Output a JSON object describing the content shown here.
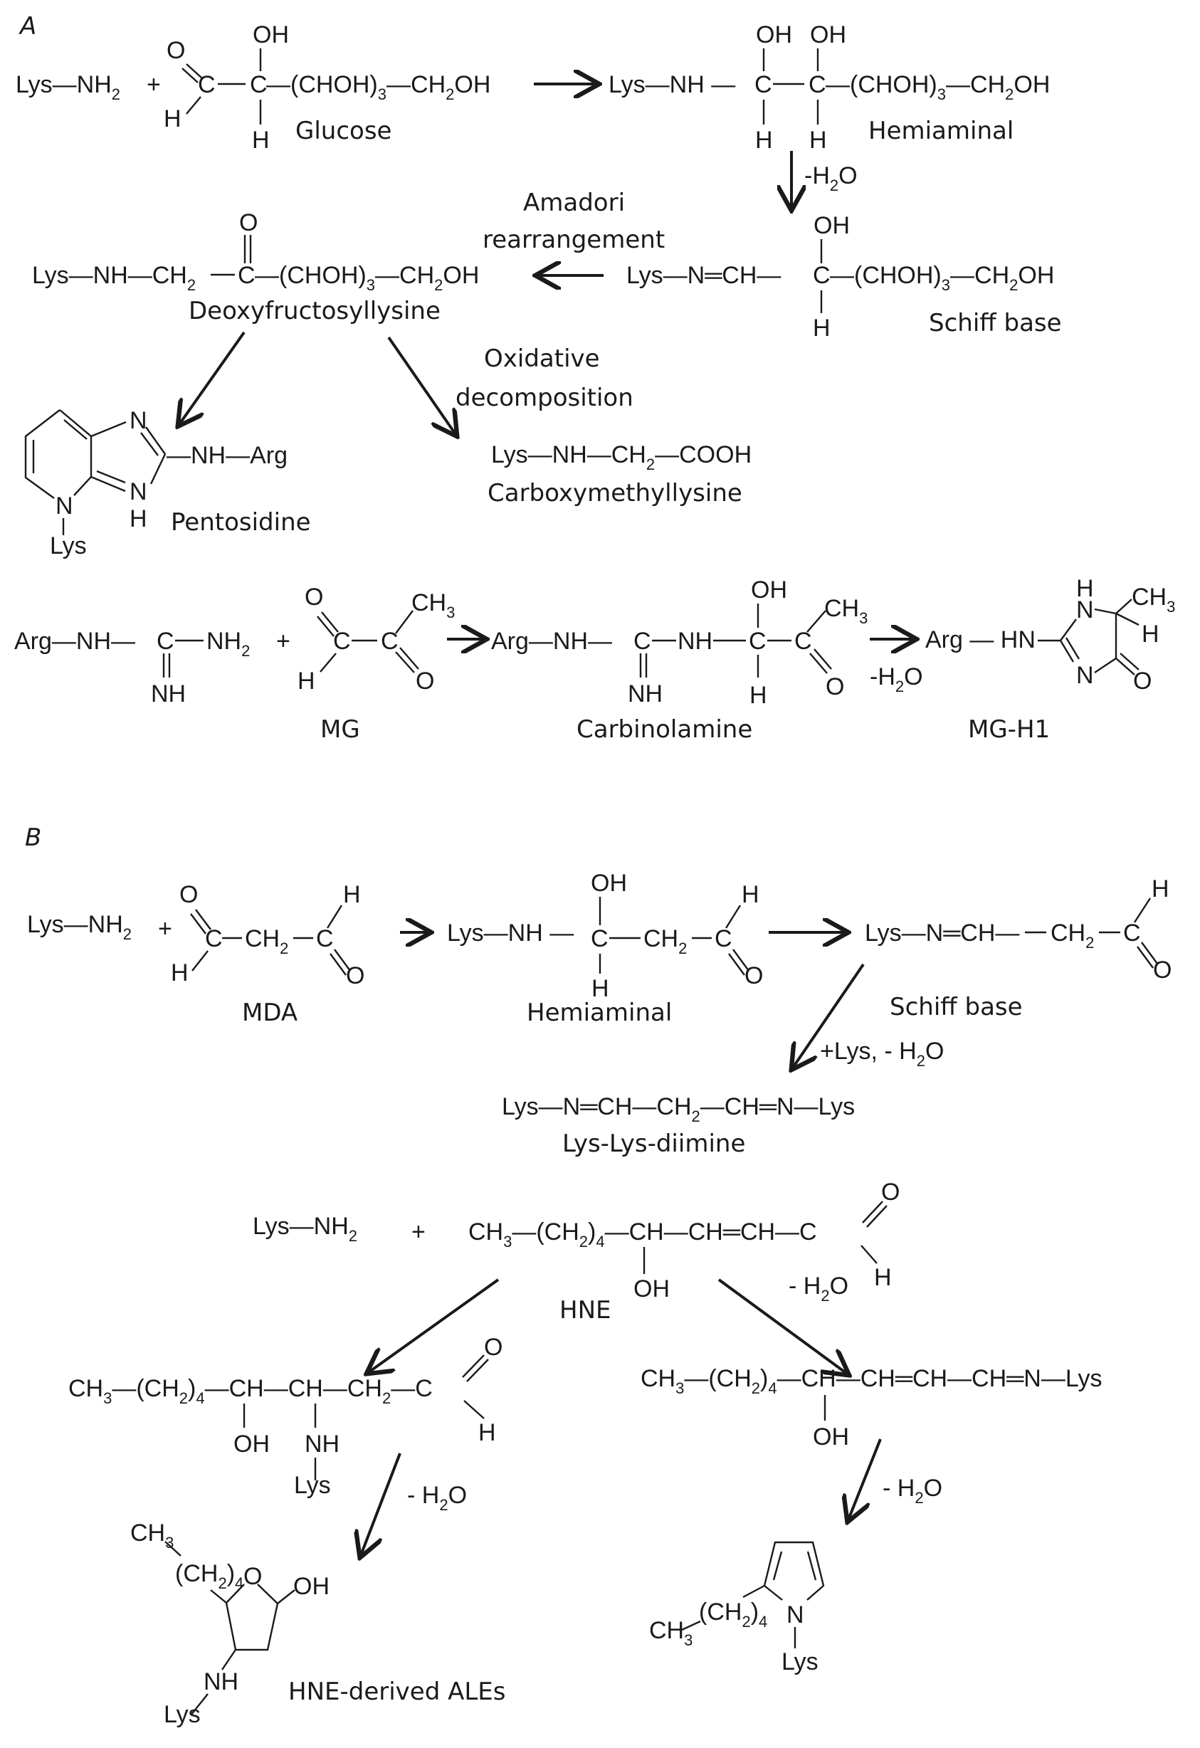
{
  "panels": {
    "a": "A",
    "b": "B"
  },
  "panel_a": {
    "glycation": {
      "reactant_lys": "Lys—NH",
      "plus": "+",
      "glucose_chain": "—(CHOH)",
      "glucose_tail": "—CH",
      "oh_tail": "OH",
      "label_glucose": "Glucose",
      "hemiaminal_head": "Lys—NH —",
      "label_hemiaminal": "Hemiaminal",
      "dehydration": "-H",
      "dehydration_o": "O",
      "schiff_head": "Lys—N═CH—",
      "label_schiff": "Schiff base",
      "amadori_1": "Amadori",
      "amadori_2": "rearrangement",
      "dfl_head": "Lys—NH—CH",
      "label_dfl": "Deoxyfructosyllysine",
      "oxidative_1": "Oxidative",
      "oxidative_2": "decomposition",
      "pentosidine_side": "—NH—Arg",
      "label_pentosidine": "Pentosidine",
      "cml_head": "Lys—NH—CH",
      "cml_tail": "—COOH",
      "label_cml": "Carboxymethyllysine"
    },
    "mg": {
      "arg_head": "Arg—NH—",
      "label_mg": "MG",
      "label_carbinolamine": "Carbinolamine",
      "label_mgh1": "MG-H1",
      "mgh1_head": "Arg — HN"
    }
  },
  "panel_b": {
    "mda": {
      "label_mda": "MDA",
      "label_hemiaminal": "Hemiaminal",
      "label_schiff": "Schiff base",
      "condition": "+Lys, - H",
      "diimine": "Lys—N═CH—CH",
      "diimine_tail": "—CH═N—Lys",
      "label_diimine": "Lys-Lys-diimine"
    },
    "hne": {
      "label_hne": "HNE",
      "minus_water": "- H",
      "label_ales": "HNE-derived ALEs"
    }
  },
  "atoms": {
    "O": "O",
    "H": "H",
    "C": "C",
    "OH": "OH",
    "N": "N",
    "NH": "NH",
    "NH2": "NH",
    "Lys": "Lys",
    "CH3": "CH",
    "CH2": "CH",
    "CH": "CH",
    "two": "2",
    "three": "3",
    "four": "4",
    "arg": "Arg",
    "chain": "(CHOH)",
    "lys_nh": "Lys—NH",
    "ch2paren": "(CH",
    "paren_close": ")"
  }
}
